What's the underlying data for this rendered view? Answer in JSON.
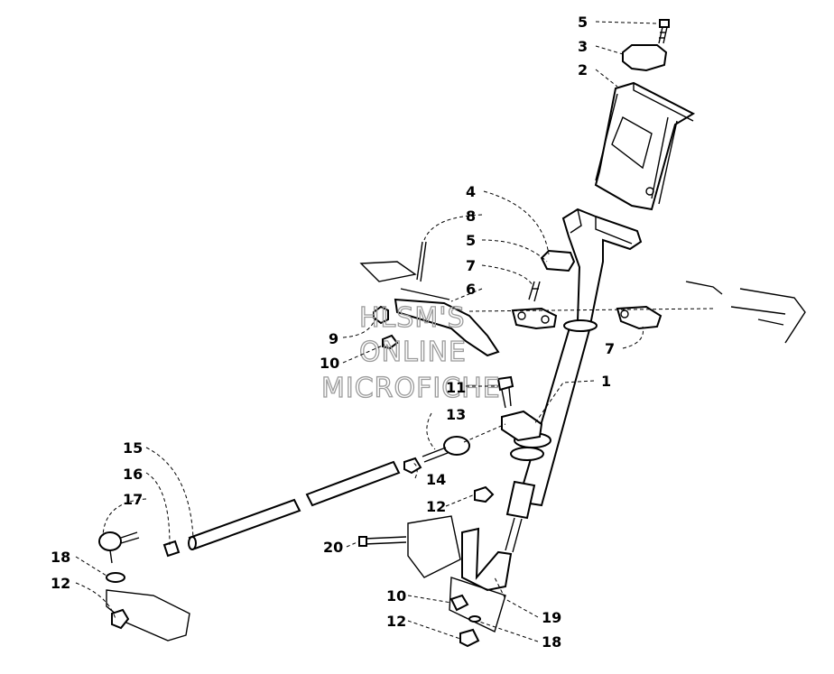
{
  "watermark": {
    "line1": "HLSM'S",
    "line2": "ONLINE",
    "line3": "MICROFICHE"
  },
  "callouts": [
    {
      "id": "c5a",
      "label": "5"
    },
    {
      "id": "c3",
      "label": "3"
    },
    {
      "id": "c2",
      "label": "2"
    },
    {
      "id": "c4",
      "label": "4"
    },
    {
      "id": "c8",
      "label": "8"
    },
    {
      "id": "c5b",
      "label": "5"
    },
    {
      "id": "c7a",
      "label": "7"
    },
    {
      "id": "c6",
      "label": "6"
    },
    {
      "id": "c9",
      "label": "9"
    },
    {
      "id": "c10a",
      "label": "10"
    },
    {
      "id": "c7b",
      "label": "7"
    },
    {
      "id": "c1",
      "label": "1"
    },
    {
      "id": "c11",
      "label": "11"
    },
    {
      "id": "c13",
      "label": "13"
    },
    {
      "id": "c15",
      "label": "15"
    },
    {
      "id": "c16",
      "label": "16"
    },
    {
      "id": "c14",
      "label": "14"
    },
    {
      "id": "c17",
      "label": "17"
    },
    {
      "id": "c12a",
      "label": "12"
    },
    {
      "id": "c18a",
      "label": "18"
    },
    {
      "id": "c12b",
      "label": "12"
    },
    {
      "id": "c20",
      "label": "20"
    },
    {
      "id": "c10b",
      "label": "10"
    },
    {
      "id": "c19",
      "label": "19"
    },
    {
      "id": "c12c",
      "label": "12"
    },
    {
      "id": "c18b",
      "label": "18"
    }
  ]
}
